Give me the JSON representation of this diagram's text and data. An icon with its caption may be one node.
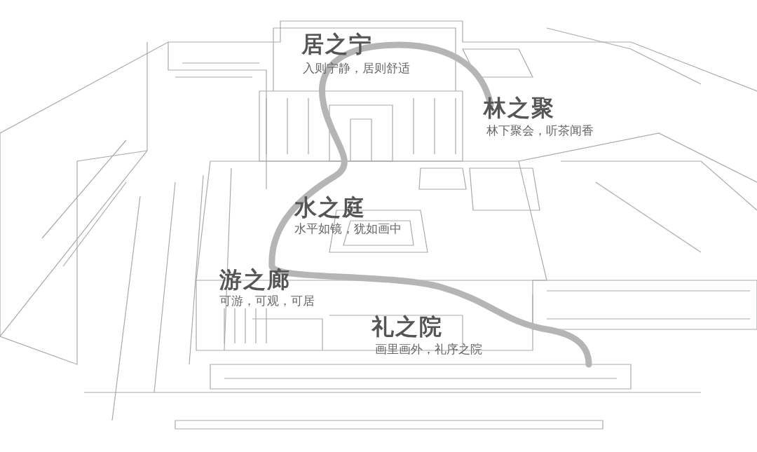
{
  "diagram": {
    "labels": [
      "居之宁",
      "入则宁静，居则舒适",
      "林之聚",
      "林下聚会，听茶闻香",
      "水之庭",
      "水平如镜，犹如画中",
      "游之廊",
      "可游，可观，可居",
      "礼之院",
      "画里画外，礼序之院"
    ]
  }
}
